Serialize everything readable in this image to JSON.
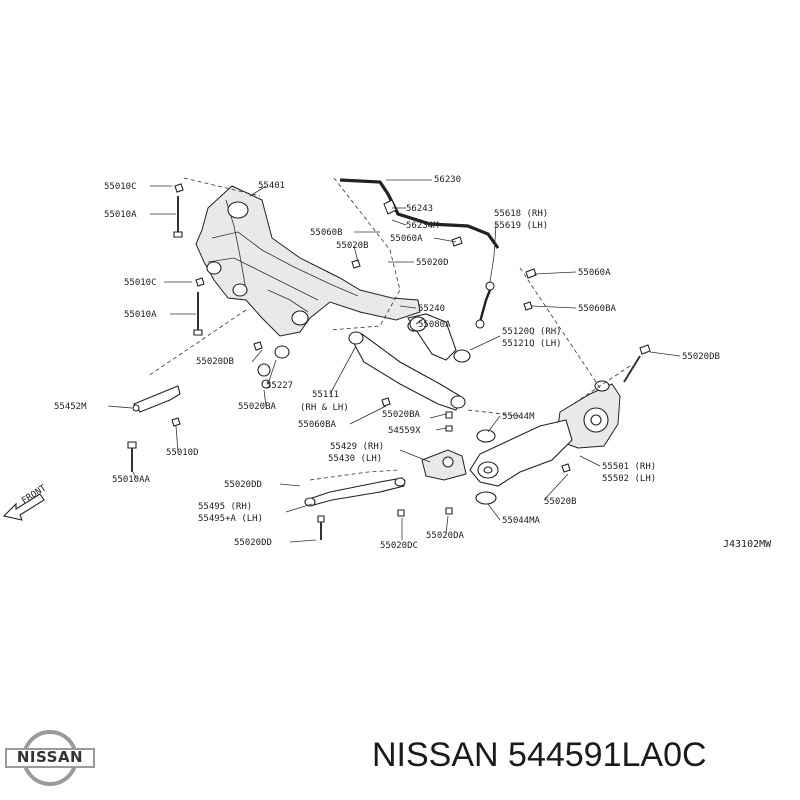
{
  "diagram": {
    "code": "J43102MW",
    "front_label": "FRONT",
    "labels": [
      {
        "key": "55010C_a",
        "text": "55010C"
      },
      {
        "key": "55010A_a",
        "text": "55010A"
      },
      {
        "key": "55401",
        "text": "55401"
      },
      {
        "key": "56230",
        "text": "56230"
      },
      {
        "key": "56243",
        "text": "56243"
      },
      {
        "key": "56234M",
        "text": "56234M"
      },
      {
        "key": "55060B",
        "text": "55060B"
      },
      {
        "key": "55020B",
        "text": "55020B"
      },
      {
        "key": "55060A_a",
        "text": "55060A"
      },
      {
        "key": "55618",
        "text": "55618 (RH)"
      },
      {
        "key": "55619",
        "text": "55619 (LH)"
      },
      {
        "key": "55020D",
        "text": "55020D"
      },
      {
        "key": "55060A_b",
        "text": "55060A"
      },
      {
        "key": "55010C_b",
        "text": "55010C"
      },
      {
        "key": "55240",
        "text": "55240"
      },
      {
        "key": "55060BA",
        "text": "55060BA"
      },
      {
        "key": "55010A_b",
        "text": "55010A"
      },
      {
        "key": "55080A",
        "text": "55080A"
      },
      {
        "key": "55120Q",
        "text": "55120Q (RH)"
      },
      {
        "key": "55121Q",
        "text": "55121Q (LH)"
      },
      {
        "key": "55020DB_a",
        "text": "55020DB"
      },
      {
        "key": "55020DB_b",
        "text": "55020DB"
      },
      {
        "key": "55227",
        "text": "55227"
      },
      {
        "key": "55111",
        "text": "55111"
      },
      {
        "key": "55111b",
        "text": "(RH & LH)"
      },
      {
        "key": "55452M",
        "text": "55452M"
      },
      {
        "key": "55020BA",
        "text": "55020BA"
      },
      {
        "key": "55020BA_b",
        "text": "55020BA"
      },
      {
        "key": "55044M",
        "text": "55044M"
      },
      {
        "key": "55060BA_b",
        "text": "55060BA"
      },
      {
        "key": "54559X",
        "text": "54559X"
      },
      {
        "key": "55010D",
        "text": "55010D"
      },
      {
        "key": "55429",
        "text": "55429 (RH)"
      },
      {
        "key": "55430",
        "text": "55430 (LH)"
      },
      {
        "key": "55501",
        "text": "55501 (RH)"
      },
      {
        "key": "55502",
        "text": "55502 (LH)"
      },
      {
        "key": "55010AA",
        "text": "55010AA"
      },
      {
        "key": "55020DD_a",
        "text": "55020DD"
      },
      {
        "key": "55020B_b",
        "text": "55020B"
      },
      {
        "key": "55495",
        "text": "55495 (RH)"
      },
      {
        "key": "55495A",
        "text": "55495+A (LH)"
      },
      {
        "key": "55044MA",
        "text": "55044MA"
      },
      {
        "key": "55020DD_b",
        "text": "55020DD"
      },
      {
        "key": "55020DC",
        "text": "55020DC"
      },
      {
        "key": "55020DA",
        "text": "55020DA"
      }
    ]
  },
  "brand": {
    "logo_text": "NISSAN",
    "caption": "NISSAN 544591LA0C"
  }
}
